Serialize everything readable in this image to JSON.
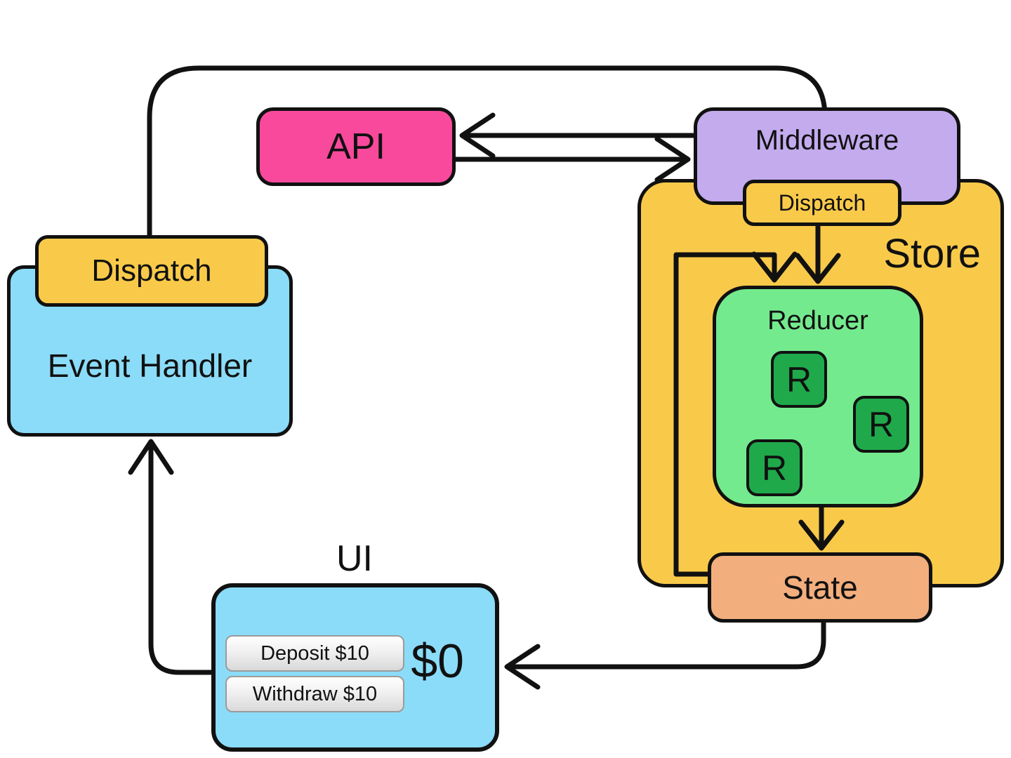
{
  "colors": {
    "pink": "#f8499c",
    "purple": "#c3abee",
    "yellow": "#f9ca4a",
    "green-light": "#74ea8e",
    "green-dark": "#1fa94b",
    "orange": "#f2ae7d",
    "blue": "#8bdcf8",
    "line": "#111111"
  },
  "nodes": {
    "api": {
      "label": "API"
    },
    "middleware": {
      "label": "Middleware"
    },
    "store": {
      "label": "Store"
    },
    "store_dispatch": {
      "label": "Dispatch"
    },
    "reducer": {
      "label": "Reducer",
      "r_items": [
        "R",
        "R",
        "R"
      ]
    },
    "state": {
      "label": "State"
    },
    "event_dispatch": {
      "label": "Dispatch"
    },
    "event_handler": {
      "label": "Event Handler"
    },
    "ui": {
      "label": "UI",
      "balance": "$0",
      "buttons": [
        {
          "label": "Deposit $10"
        },
        {
          "label": "Withdraw $10"
        }
      ]
    }
  }
}
